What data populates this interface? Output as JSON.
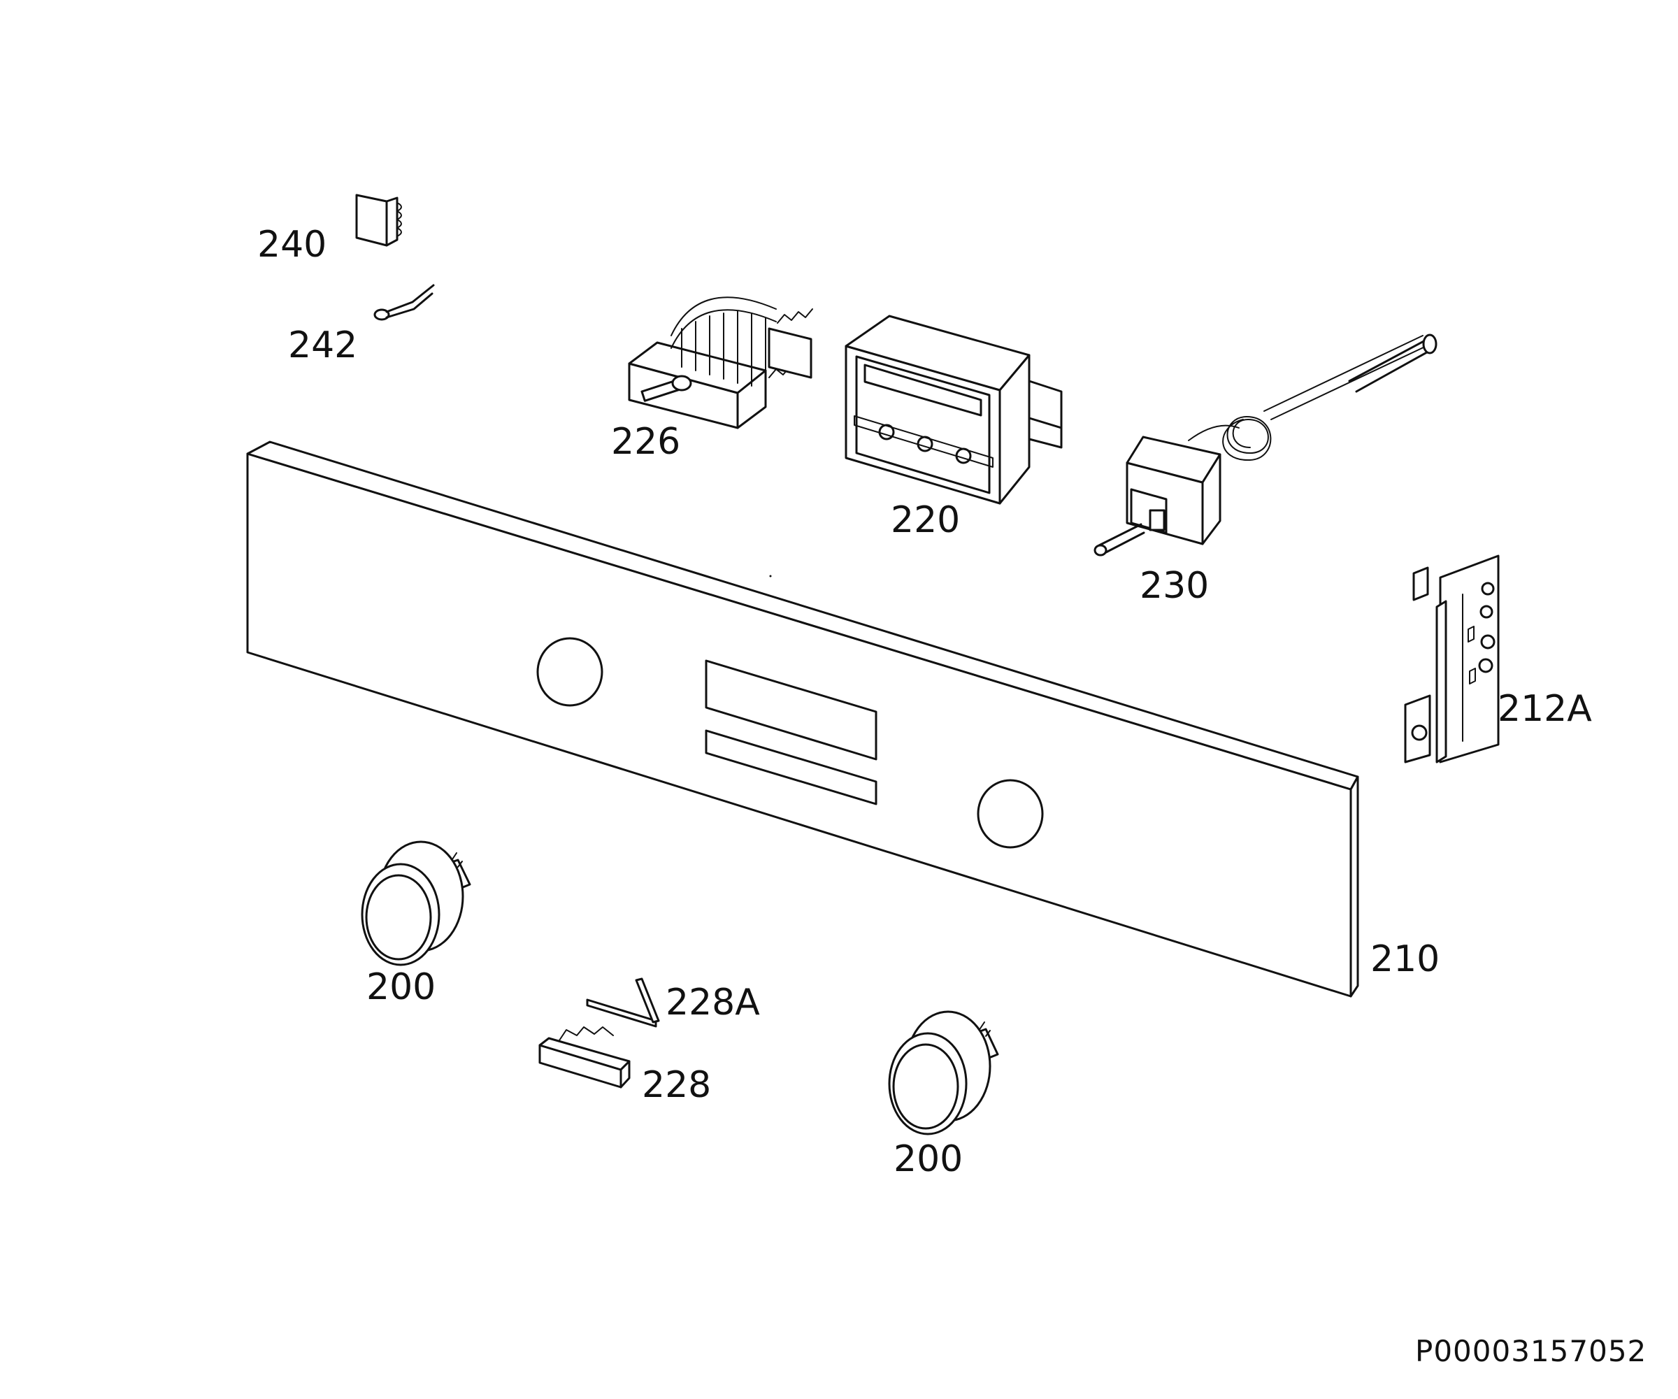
{
  "labels": {
    "l240": "240",
    "l242": "242",
    "l226": "226",
    "l220": "220",
    "l230": "230",
    "l212a": "212A",
    "l210": "210",
    "l200a": "200",
    "l200b": "200",
    "l228a": "228A",
    "l228": "228"
  },
  "document_code": "P00003157052"
}
